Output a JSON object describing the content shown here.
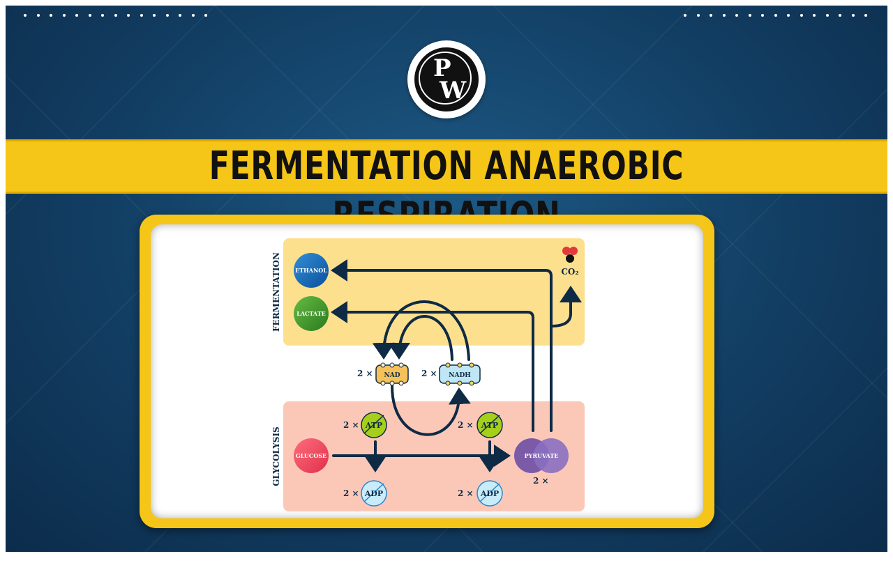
{
  "banner": {
    "title": "FERMENTATION ANAEROBIC RESPIRATION"
  },
  "logo": {
    "letter_top": "P",
    "letter_bottom": "W",
    "icon": "pw-logo-icon"
  },
  "colors": {
    "background": "#123e63",
    "band": "#f5c518",
    "frame": "#f5c518",
    "fermentation_zone": "#fde08e",
    "glycolysis_zone": "#fbc8b8",
    "arrow": "#0e2a45"
  },
  "diagram": {
    "zones": {
      "fermentation": "FERMENTATION",
      "glycolysis": "GLYCOLYSIS"
    },
    "nodes": {
      "ethanol": "ETHANOL",
      "lactate": "LACTATE",
      "co2": "CO₂",
      "nad": "NAD",
      "nadh": "NADH",
      "glucose": "GLUCOSE",
      "pyruvate": "PYRUVATE",
      "atp_left": "ATP",
      "atp_right": "ATP",
      "adp_left": "ADP",
      "adp_right": "ADP"
    },
    "multipliers": {
      "nad": "2 ×",
      "nadh": "2 ×",
      "atp_left": "2 ×",
      "atp_right": "2 ×",
      "adp_left": "2 ×",
      "adp_right": "2 ×",
      "pyruvate": "2 ×"
    }
  }
}
